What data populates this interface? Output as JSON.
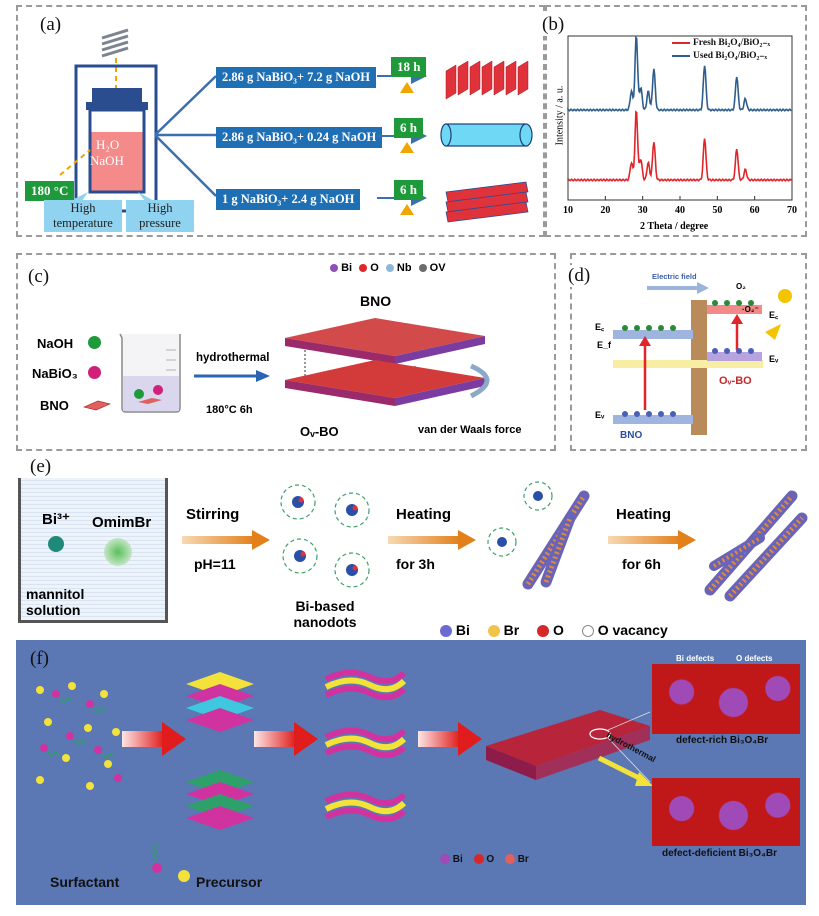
{
  "panel_a": {
    "label": "(a)",
    "vessel_text_1": "H₂O",
    "vessel_text_2": "NaOH",
    "temperature": "180 °C",
    "high_temperature": "High temperature",
    "high_pressure": "High pressure",
    "conditions": [
      {
        "recipe": "2.86 g NaBiO₃+ 7.2 g NaOH",
        "time": "18 h"
      },
      {
        "recipe": "2.86 g NaBiO₃+ 0.24 g NaOH",
        "time": "6 h"
      },
      {
        "recipe": "1 g NaBiO₃+ 2.4 g NaOH",
        "time": "6 h"
      }
    ]
  },
  "panel_b": {
    "label": "(b)",
    "ylabel": "Intensity / a. u.",
    "xlabel": "2 Theta / degree",
    "legend_fresh": "Fresh Bi₂O₄/BiO₂₋ₓ",
    "legend_used": "Used Bi₂O₄/BiO₂₋ₓ",
    "color_fresh": "#e0262a",
    "color_used": "#2f5e8c"
  },
  "chart_data": {
    "type": "line",
    "xlabel": "2 Theta / degree",
    "ylabel": "Intensity / a. u.",
    "xlim": [
      10,
      70
    ],
    "xticks": [
      "10",
      "20",
      "30",
      "40",
      "50",
      "60",
      "70"
    ],
    "series": [
      {
        "name": "Fresh Bi₂O₄/BiO₂₋ₓ",
        "peaks_2theta": [
          27.0,
          28.3,
          29.5,
          31.5,
          33.0,
          46.6,
          55.2,
          57.5
        ]
      },
      {
        "name": "Used Bi₂O₄/BiO₂₋ₓ",
        "peaks_2theta": [
          27.0,
          28.3,
          29.5,
          31.5,
          33.0,
          46.6,
          55.2,
          57.5
        ]
      }
    ]
  },
  "panel_c": {
    "label": "(c)",
    "legend": [
      "Bi",
      "O",
      "Nb",
      "OV"
    ],
    "bno_title": "BNO",
    "naoh": "NaOH",
    "nabio3": "NaBiO₃",
    "bno": "BNO",
    "hydrothermal": "hydrothermal",
    "condition": "180°C 6h",
    "ovbo": "Oᵥ-BO",
    "vdw": "van der Waals force"
  },
  "panel_d": {
    "label": "(d)",
    "electric_field": "Electric field",
    "o2": "O₂",
    "o2minus": "·O₂⁻",
    "ec_left": "E꜀",
    "ef": "E_f",
    "ev_left": "Eᵥ",
    "ec_right": "E꜀",
    "ev_right": "Eᵥ",
    "ovbo": "Oᵥ-BO",
    "bno": "BNO"
  },
  "panel_e": {
    "label": "(e)",
    "bi3": "Bi³⁺",
    "omimbr": "OmimBr",
    "mannitol": "mannitol solution",
    "step1_top": "Stirring",
    "step1_bottom": "pH=11",
    "step2_top": "Heating",
    "step2_bottom": "for 3h",
    "step3_top": "Heating",
    "step3_bottom": "for 6h",
    "nanodots": "Bi-based nanodots",
    "legend": [
      "Bi",
      "Br",
      "O",
      "O vacancy"
    ]
  },
  "panel_f": {
    "label": "(f)",
    "bi_defects": "Bi defects",
    "o_defects": "O defects",
    "defect_rich": "defect-rich Bi₃O₄Br",
    "hydrothermal": "hydrothermal",
    "defect_deficient": "defect-deficient Bi₃O₄Br",
    "legend": [
      "Bi",
      "O",
      "Br"
    ],
    "surfactant": "Surfactant",
    "precursor": "Precursor"
  }
}
